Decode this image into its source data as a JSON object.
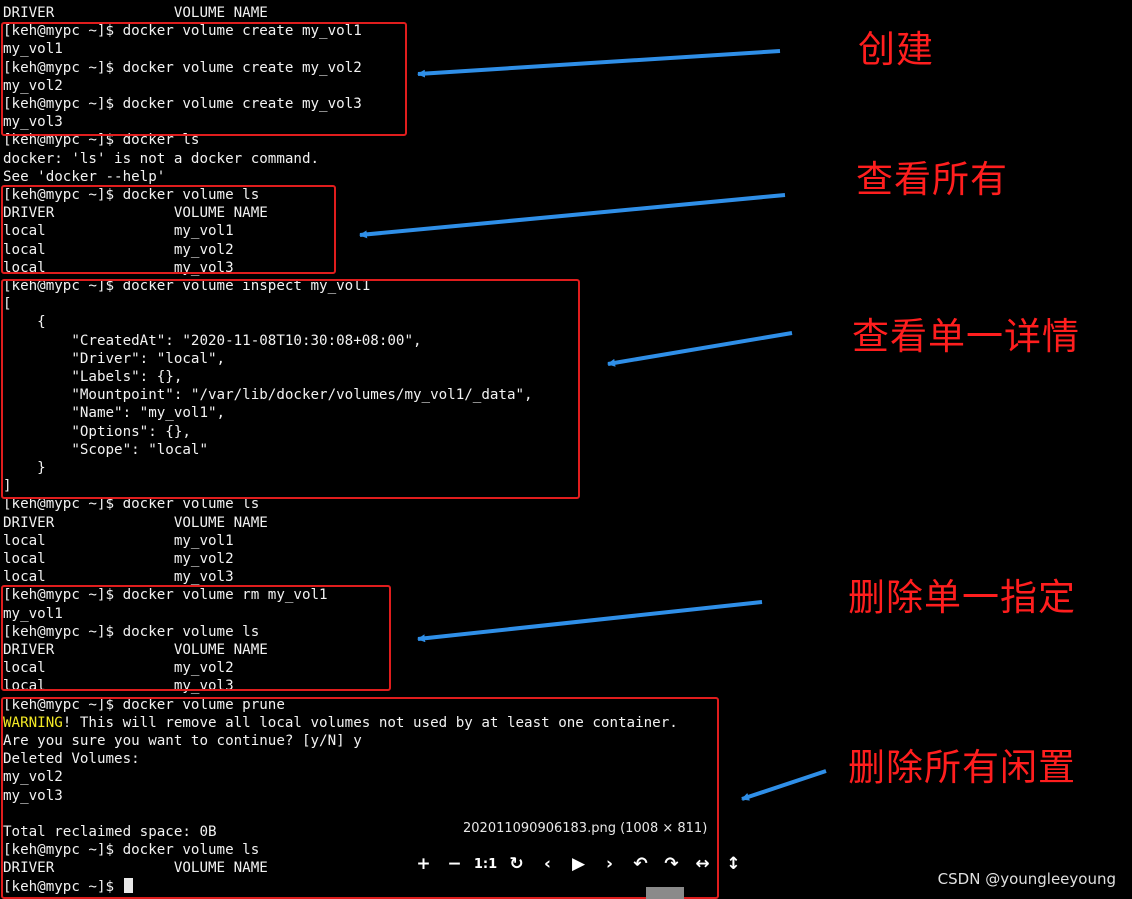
{
  "terminal": {
    "lines": [
      "DRIVER              VOLUME NAME",
      "[keh@mypc ~]$ docker volume create my_vol1",
      "my_vol1",
      "[keh@mypc ~]$ docker volume create my_vol2",
      "my_vol2",
      "[keh@mypc ~]$ docker volume create my_vol3",
      "my_vol3",
      "[keh@mypc ~]$ docker ls",
      "docker: 'ls' is not a docker command.",
      "See 'docker --help'",
      "[keh@mypc ~]$ docker volume ls",
      "DRIVER              VOLUME NAME",
      "local               my_vol1",
      "local               my_vol2",
      "local               my_vol3",
      "[keh@mypc ~]$ docker volume inspect my_vol1",
      "[",
      "    {",
      "        \"CreatedAt\": \"2020-11-08T10:30:08+08:00\",",
      "        \"Driver\": \"local\",",
      "        \"Labels\": {},",
      "        \"Mountpoint\": \"/var/lib/docker/volumes/my_vol1/_data\",",
      "        \"Name\": \"my_vol1\",",
      "        \"Options\": {},",
      "        \"Scope\": \"local\"",
      "    }",
      "]",
      "[keh@mypc ~]$ docker volume ls",
      "DRIVER              VOLUME NAME",
      "local               my_vol1",
      "local               my_vol2",
      "local               my_vol3",
      "[keh@mypc ~]$ docker volume rm my_vol1",
      "my_vol1",
      "[keh@mypc ~]$ docker volume ls",
      "DRIVER              VOLUME NAME",
      "local               my_vol2",
      "local               my_vol3",
      "[keh@mypc ~]$ docker volume prune",
      "WARNING! This will remove all local volumes not used by at least one container.",
      "Are you sure you want to continue? [y/N] y",
      "Deleted Volumes:",
      "my_vol2",
      "my_vol3",
      "",
      "Total reclaimed space: 0B",
      "[keh@mypc ~]$ docker volume ls",
      "DRIVER              VOLUME NAME",
      "[keh@mypc ~]$ "
    ],
    "warning_word": "WARNING",
    "warning_rest": "! This will remove all local volumes not used by at least one container."
  },
  "annotations": [
    {
      "label": "创建"
    },
    {
      "label": "查看所有"
    },
    {
      "label": "查看单一详情"
    },
    {
      "label": "删除单一指定"
    },
    {
      "label": "删除所有闲置"
    }
  ],
  "viewer": {
    "filename": "202011090906183.png (1008 × 811)",
    "toolbar": [
      {
        "icon": "zoom-in-icon",
        "glyph": "+"
      },
      {
        "icon": "zoom-out-icon",
        "glyph": "−"
      },
      {
        "icon": "actual-size-icon",
        "glyph": "1:1"
      },
      {
        "icon": "reset-icon",
        "glyph": "↻"
      },
      {
        "icon": "previous-icon",
        "glyph": "‹"
      },
      {
        "icon": "play-icon",
        "glyph": "▶"
      },
      {
        "icon": "next-icon",
        "glyph": "›"
      },
      {
        "icon": "rotate-left-icon",
        "glyph": "↶"
      },
      {
        "icon": "rotate-right-icon",
        "glyph": "↷"
      },
      {
        "icon": "flip-horizontal-icon",
        "glyph": "↔"
      },
      {
        "icon": "flip-vertical-icon",
        "glyph": "↕"
      }
    ]
  },
  "watermark": "CSDN @youngleeyoung",
  "colors": {
    "background": "#000000",
    "text": "#f2f2f2",
    "warning": "#f4ea25",
    "annotation": "#ff1e1e",
    "arrow": "#2f8fe8"
  }
}
